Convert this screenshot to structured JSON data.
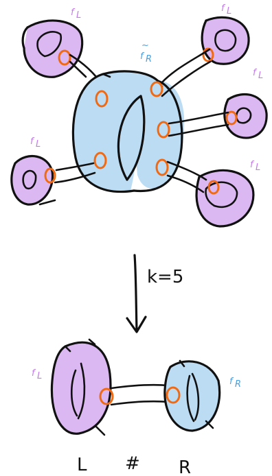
{
  "colors": {
    "ink": "#111111",
    "left_fill": "#dcb8f2",
    "right_fill": "#bcdcf4",
    "puncture": "#f06a14",
    "left_label": "#c27be8",
    "right_label": "#4a9ee0"
  },
  "labels": {
    "f_l": "f",
    "f_l_sub": "L",
    "f_r_tilde": "f",
    "f_r_tilde_mark": "~",
    "f_r_tilde_sub": "R",
    "f_r": "f",
    "f_r_sub": "R",
    "arrow_label": "k=5",
    "bottom_left": "L",
    "bottom_hash": "#",
    "bottom_right": "R"
  }
}
